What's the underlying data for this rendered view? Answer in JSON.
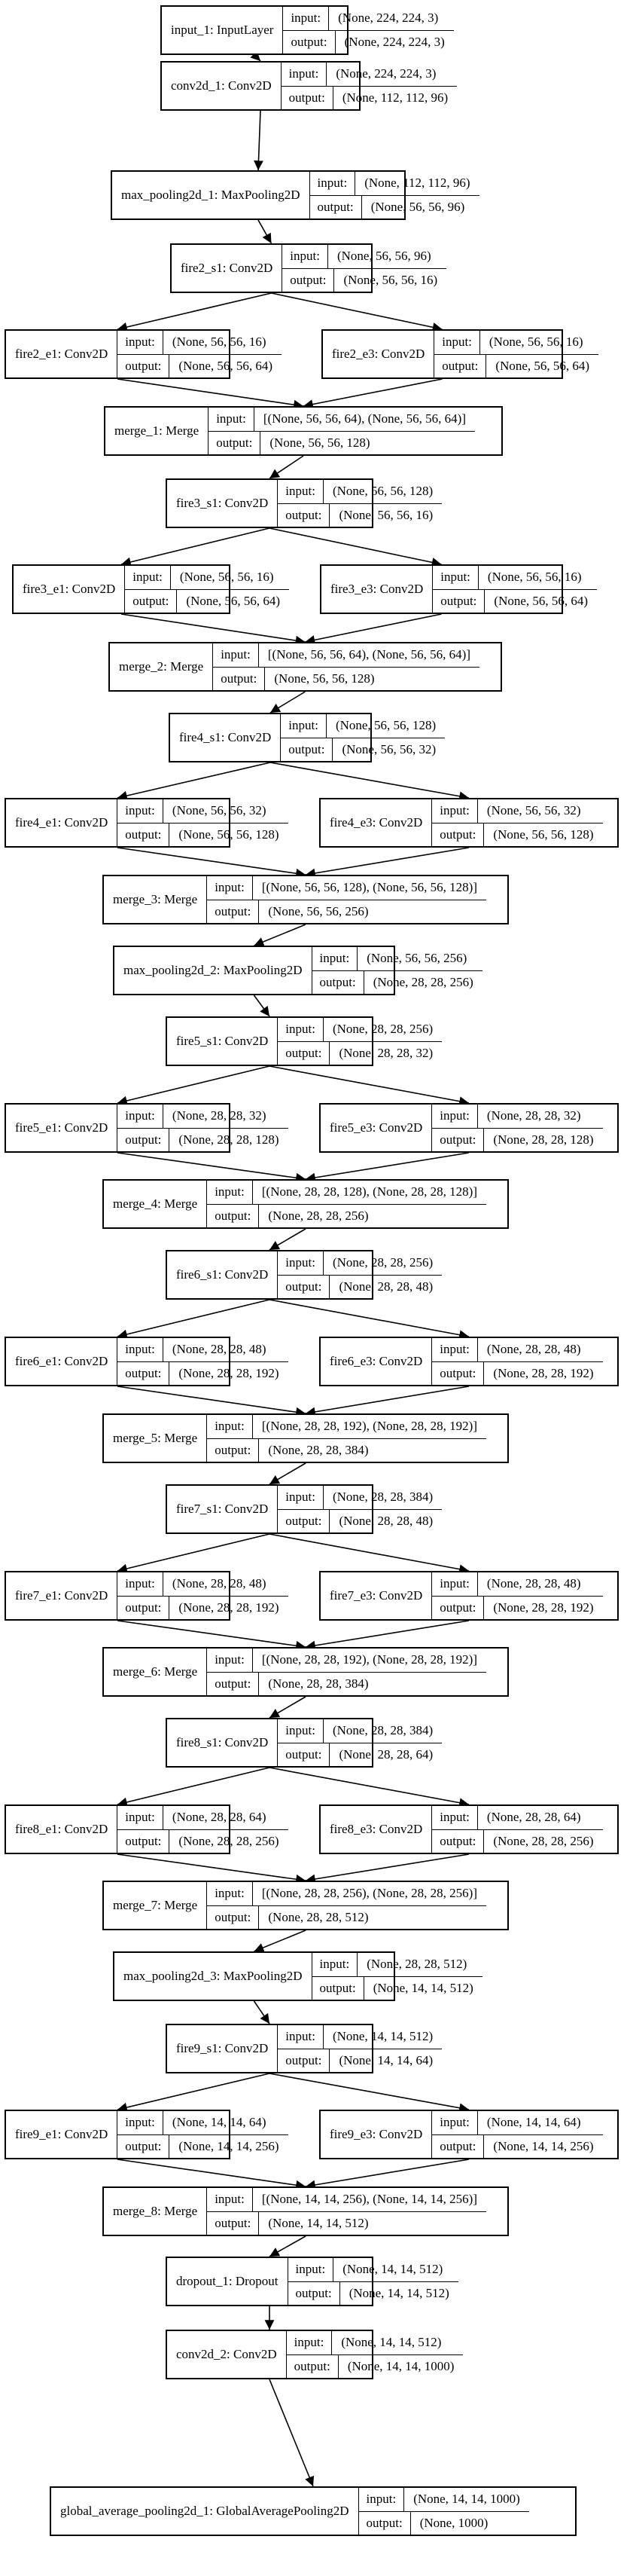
{
  "labels": {
    "input": "input:",
    "output": "output:"
  },
  "nodes": [
    {
      "id": "n0",
      "name": "input_1: InputLayer",
      "input": "(None, 224, 224, 3)",
      "output": "(None, 224, 224, 3)"
    },
    {
      "id": "n1",
      "name": "conv2d_1: Conv2D",
      "input": "(None, 224, 224, 3)",
      "output": "(None, 112, 112, 96)"
    },
    {
      "id": "n2",
      "name": "max_pooling2d_1: MaxPooling2D",
      "input": "(None, 112, 112, 96)",
      "output": "(None, 56, 56, 96)"
    },
    {
      "id": "n3",
      "name": "fire2_s1: Conv2D",
      "input": "(None, 56, 56, 96)",
      "output": "(None, 56, 56, 16)"
    },
    {
      "id": "n4",
      "name": "fire2_e1: Conv2D",
      "input": "(None, 56, 56, 16)",
      "output": "(None, 56, 56, 64)"
    },
    {
      "id": "n5",
      "name": "fire2_e3: Conv2D",
      "input": "(None, 56, 56, 16)",
      "output": "(None, 56, 56, 64)"
    },
    {
      "id": "n6",
      "name": "merge_1: Merge",
      "input": "[(None, 56, 56, 64), (None, 56, 56, 64)]",
      "output": "(None, 56, 56, 128)"
    },
    {
      "id": "n7",
      "name": "fire3_s1: Conv2D",
      "input": "(None, 56, 56, 128)",
      "output": "(None, 56, 56, 16)"
    },
    {
      "id": "n8",
      "name": "fire3_e1: Conv2D",
      "input": "(None, 56, 56, 16)",
      "output": "(None, 56, 56, 64)"
    },
    {
      "id": "n9",
      "name": "fire3_e3: Conv2D",
      "input": "(None, 56, 56, 16)",
      "output": "(None, 56, 56, 64)"
    },
    {
      "id": "n10",
      "name": "merge_2: Merge",
      "input": "[(None, 56, 56, 64), (None, 56, 56, 64)]",
      "output": "(None, 56, 56, 128)"
    },
    {
      "id": "n11",
      "name": "fire4_s1: Conv2D",
      "input": "(None, 56, 56, 128)",
      "output": "(None, 56, 56, 32)"
    },
    {
      "id": "n12",
      "name": "fire4_e1: Conv2D",
      "input": "(None, 56, 56, 32)",
      "output": "(None, 56, 56, 128)"
    },
    {
      "id": "n13",
      "name": "fire4_e3: Conv2D",
      "input": "(None, 56, 56, 32)",
      "output": "(None, 56, 56, 128)"
    },
    {
      "id": "n14",
      "name": "merge_3: Merge",
      "input": "[(None, 56, 56, 128), (None, 56, 56, 128)]",
      "output": "(None, 56, 56, 256)"
    },
    {
      "id": "n15",
      "name": "max_pooling2d_2: MaxPooling2D",
      "input": "(None, 56, 56, 256)",
      "output": "(None, 28, 28, 256)"
    },
    {
      "id": "n16",
      "name": "fire5_s1: Conv2D",
      "input": "(None, 28, 28, 256)",
      "output": "(None, 28, 28, 32)"
    },
    {
      "id": "n17",
      "name": "fire5_e1: Conv2D",
      "input": "(None, 28, 28, 32)",
      "output": "(None, 28, 28, 128)"
    },
    {
      "id": "n18",
      "name": "fire5_e3: Conv2D",
      "input": "(None, 28, 28, 32)",
      "output": "(None, 28, 28, 128)"
    },
    {
      "id": "n19",
      "name": "merge_4: Merge",
      "input": "[(None, 28, 28, 128), (None, 28, 28, 128)]",
      "output": "(None, 28, 28, 256)"
    },
    {
      "id": "n20",
      "name": "fire6_s1: Conv2D",
      "input": "(None, 28, 28, 256)",
      "output": "(None, 28, 28, 48)"
    },
    {
      "id": "n21",
      "name": "fire6_e1: Conv2D",
      "input": "(None, 28, 28, 48)",
      "output": "(None, 28, 28, 192)"
    },
    {
      "id": "n22",
      "name": "fire6_e3: Conv2D",
      "input": "(None, 28, 28, 48)",
      "output": "(None, 28, 28, 192)"
    },
    {
      "id": "n23",
      "name": "merge_5: Merge",
      "input": "[(None, 28, 28, 192), (None, 28, 28, 192)]",
      "output": "(None, 28, 28, 384)"
    },
    {
      "id": "n24",
      "name": "fire7_s1: Conv2D",
      "input": "(None, 28, 28, 384)",
      "output": "(None, 28, 28, 48)"
    },
    {
      "id": "n25",
      "name": "fire7_e1: Conv2D",
      "input": "(None, 28, 28, 48)",
      "output": "(None, 28, 28, 192)"
    },
    {
      "id": "n26",
      "name": "fire7_e3: Conv2D",
      "input": "(None, 28, 28, 48)",
      "output": "(None, 28, 28, 192)"
    },
    {
      "id": "n27",
      "name": "merge_6: Merge",
      "input": "[(None, 28, 28, 192), (None, 28, 28, 192)]",
      "output": "(None, 28, 28, 384)"
    },
    {
      "id": "n28",
      "name": "fire8_s1: Conv2D",
      "input": "(None, 28, 28, 384)",
      "output": "(None, 28, 28, 64)"
    },
    {
      "id": "n29",
      "name": "fire8_e1: Conv2D",
      "input": "(None, 28, 28, 64)",
      "output": "(None, 28, 28, 256)"
    },
    {
      "id": "n30",
      "name": "fire8_e3: Conv2D",
      "input": "(None, 28, 28, 64)",
      "output": "(None, 28, 28, 256)"
    },
    {
      "id": "n31",
      "name": "merge_7: Merge",
      "input": "[(None, 28, 28, 256), (None, 28, 28, 256)]",
      "output": "(None, 28, 28, 512)"
    },
    {
      "id": "n32",
      "name": "max_pooling2d_3: MaxPooling2D",
      "input": "(None, 28, 28, 512)",
      "output": "(None, 14, 14, 512)"
    },
    {
      "id": "n33",
      "name": "fire9_s1: Conv2D",
      "input": "(None, 14, 14, 512)",
      "output": "(None, 14, 14, 64)"
    },
    {
      "id": "n34",
      "name": "fire9_e1: Conv2D",
      "input": "(None, 14, 14, 64)",
      "output": "(None, 14, 14, 256)"
    },
    {
      "id": "n35",
      "name": "fire9_e3: Conv2D",
      "input": "(None, 14, 14, 64)",
      "output": "(None, 14, 14, 256)"
    },
    {
      "id": "n36",
      "name": "merge_8: Merge",
      "input": "[(None, 14, 14, 256), (None, 14, 14, 256)]",
      "output": "(None, 14, 14, 512)"
    },
    {
      "id": "n37",
      "name": "dropout_1: Dropout",
      "input": "(None, 14, 14, 512)",
      "output": "(None, 14, 14, 512)"
    },
    {
      "id": "n38",
      "name": "conv2d_2: Conv2D",
      "input": "(None, 14, 14, 512)",
      "output": "(None, 14, 14, 1000)"
    },
    {
      "id": "n39",
      "name": "global_average_pooling2d_1: GlobalAveragePooling2D",
      "input": "(None, 14, 14, 1000)",
      "output": "(None, 1000)"
    }
  ],
  "edges": [
    [
      "n0",
      "n1"
    ],
    [
      "n1",
      "n2"
    ],
    [
      "n2",
      "n3"
    ],
    [
      "n3",
      "n4"
    ],
    [
      "n3",
      "n5"
    ],
    [
      "n4",
      "n6"
    ],
    [
      "n5",
      "n6"
    ],
    [
      "n6",
      "n7"
    ],
    [
      "n7",
      "n8"
    ],
    [
      "n7",
      "n9"
    ],
    [
      "n8",
      "n10"
    ],
    [
      "n9",
      "n10"
    ],
    [
      "n10",
      "n11"
    ],
    [
      "n11",
      "n12"
    ],
    [
      "n11",
      "n13"
    ],
    [
      "n12",
      "n14"
    ],
    [
      "n13",
      "n14"
    ],
    [
      "n14",
      "n15"
    ],
    [
      "n15",
      "n16"
    ],
    [
      "n16",
      "n17"
    ],
    [
      "n16",
      "n18"
    ],
    [
      "n17",
      "n19"
    ],
    [
      "n18",
      "n19"
    ],
    [
      "n19",
      "n20"
    ],
    [
      "n20",
      "n21"
    ],
    [
      "n20",
      "n22"
    ],
    [
      "n21",
      "n23"
    ],
    [
      "n22",
      "n23"
    ],
    [
      "n23",
      "n24"
    ],
    [
      "n24",
      "n25"
    ],
    [
      "n24",
      "n26"
    ],
    [
      "n25",
      "n27"
    ],
    [
      "n26",
      "n27"
    ],
    [
      "n27",
      "n28"
    ],
    [
      "n28",
      "n29"
    ],
    [
      "n28",
      "n30"
    ],
    [
      "n29",
      "n31"
    ],
    [
      "n30",
      "n31"
    ],
    [
      "n31",
      "n32"
    ],
    [
      "n32",
      "n33"
    ],
    [
      "n33",
      "n34"
    ],
    [
      "n33",
      "n35"
    ],
    [
      "n34",
      "n36"
    ],
    [
      "n35",
      "n36"
    ],
    [
      "n36",
      "n37"
    ],
    [
      "n37",
      "n38"
    ],
    [
      "n38",
      "n39"
    ]
  ]
}
